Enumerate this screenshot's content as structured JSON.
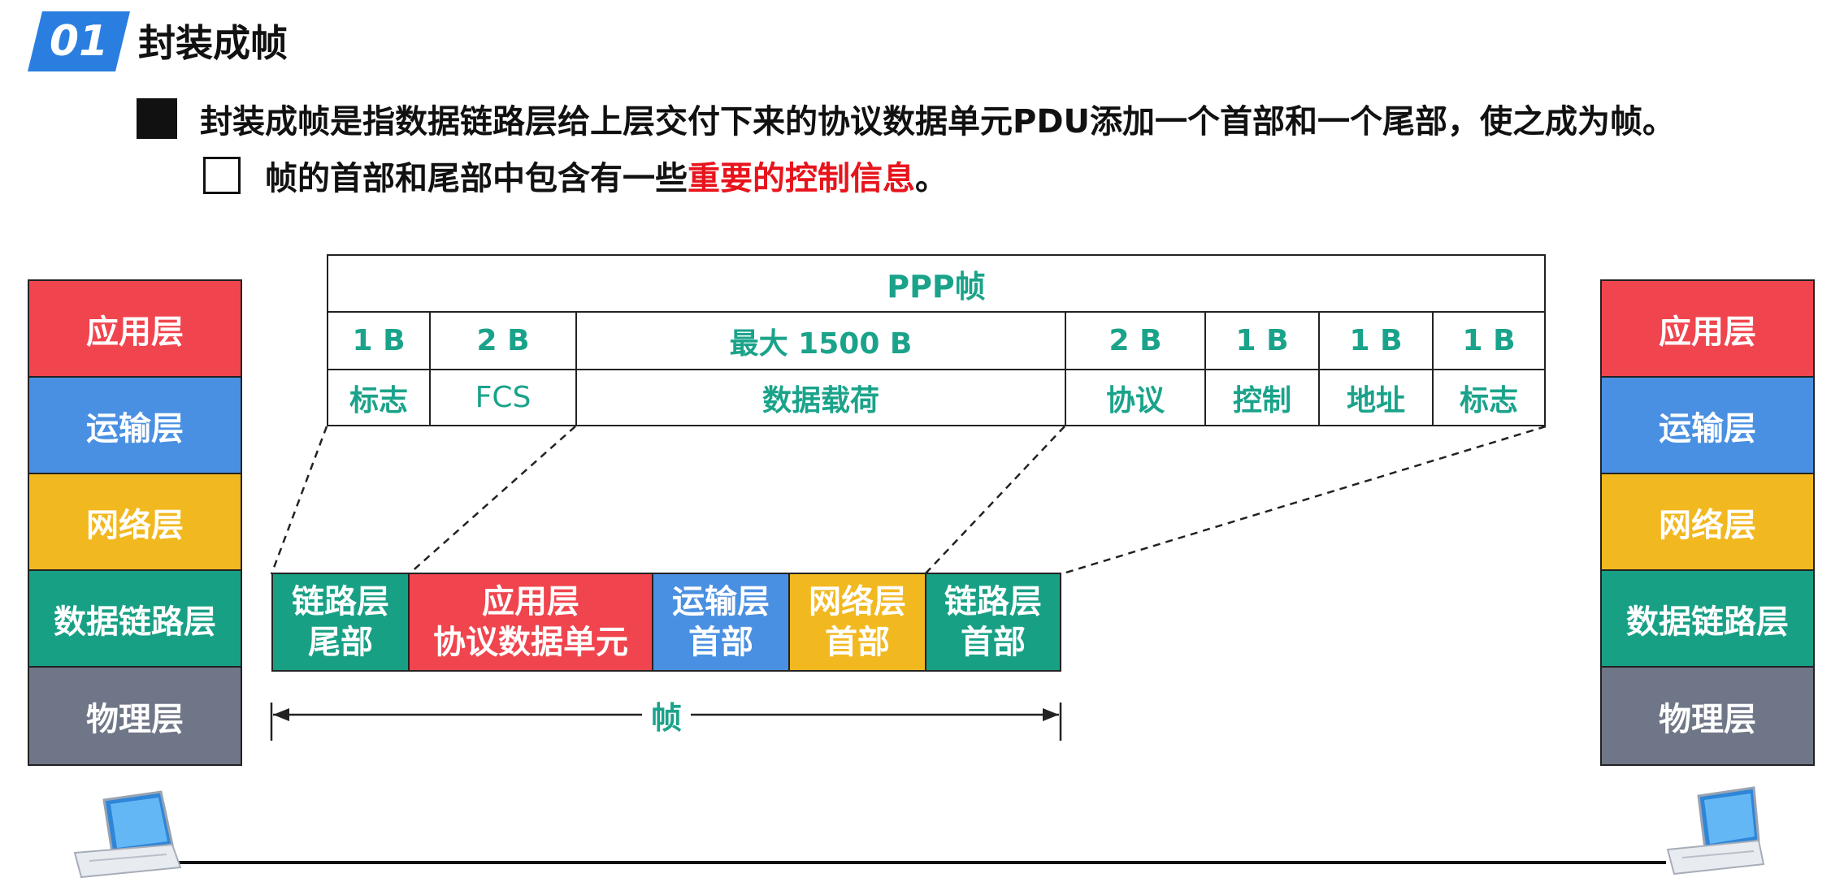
{
  "header": {
    "badge_number": "01",
    "title": "封装成帧"
  },
  "bullets": {
    "main": "封装成帧是指数据链路层给上层交付下来的协议数据单元PDU添加一个首部和一个尾部，使之成为帧。",
    "sub_prefix": "帧的首部和尾部中包含有一些",
    "sub_highlight": "重要的控制信息",
    "sub_suffix": "。"
  },
  "layers_left": [
    "应用层",
    "运输层",
    "网络层",
    "数据链路层",
    "物理层"
  ],
  "layers_right": [
    "应用层",
    "运输层",
    "网络层",
    "数据链路层",
    "物理层"
  ],
  "layer_colors": [
    "#f0454e",
    "#4a90e2",
    "#f2b820",
    "#18a085",
    "#6f7687"
  ],
  "ppp_frame": {
    "title": "PPP帧",
    "sizes": [
      "1 B",
      "2 B",
      "最大 1500 B",
      "2 B",
      "1 B",
      "1 B",
      "1 B"
    ],
    "fields": [
      "标志",
      "FCS",
      "数据载荷",
      "协议",
      "控制",
      "地址",
      "标志"
    ]
  },
  "frame": {
    "cells": [
      {
        "line1": "链路层",
        "line2": "尾部",
        "color": "#18a085"
      },
      {
        "line1": "应用层",
        "line2": "协议数据单元",
        "color": "#f0454e"
      },
      {
        "line1": "运输层",
        "line2": "首部",
        "color": "#4a90e2"
      },
      {
        "line1": "网络层",
        "line2": "首部",
        "color": "#f2b820"
      },
      {
        "line1": "链路层",
        "line2": "首部",
        "color": "#18a085"
      }
    ],
    "label": "帧"
  },
  "colors": {
    "accent_teal": "#1aa38a",
    "badge_blue": "#2a7ee0",
    "highlight_red": "#e8141c"
  },
  "icons": {
    "left_host": "laptop-icon",
    "right_host": "laptop-icon"
  }
}
